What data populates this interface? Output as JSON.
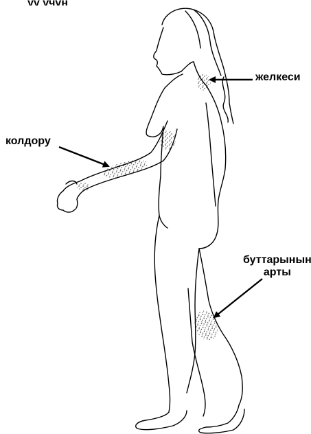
{
  "top_fragment": "уу үчүн",
  "labels": {
    "neck": "желкеси",
    "forearm": "колдору",
    "knee_line1": "буттарынын",
    "knee_line2": "арты"
  }
}
